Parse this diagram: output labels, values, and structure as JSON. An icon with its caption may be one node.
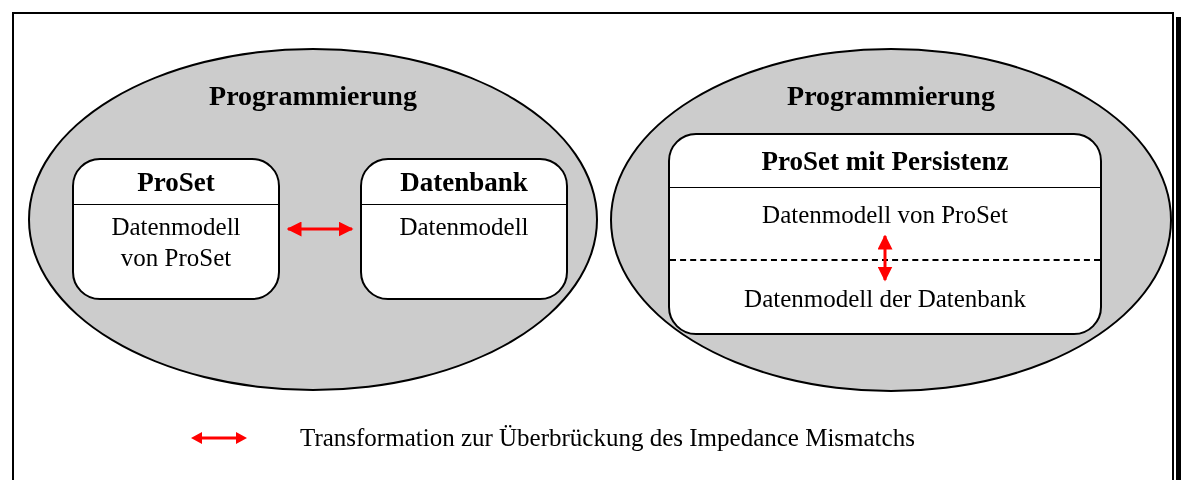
{
  "diagram": {
    "nodes": [
      {
        "text": [
          "Programmierung"
        ]
      },
      {
        "text": [
          "ProSet",
          "Datenmodell von ProSet"
        ],
        "in": 0
      },
      {
        "text": [
          "Datenbank",
          "Datenmodell"
        ],
        "in": 0
      },
      {
        "text": [
          "Programmierung"
        ]
      },
      {
        "text": [
          "ProSet mit Persistenz"
        ],
        "in": 3
      },
      {
        "text": [
          "Datenmodell von ProSet"
        ],
        "in": 4
      },
      {
        "text": [
          "Datenmodell der Datenbank"
        ],
        "in": 4
      }
    ],
    "edges": [
      {
        "from": 1,
        "to": 2,
        "arrow": "both",
        "color": "#ff0000"
      },
      {
        "from": 5,
        "to": 6,
        "arrow": "both",
        "color": "#ff0000"
      }
    ],
    "legend": [
      {
        "text": "Transformation zur Überbrückung des Impedance Mismatchs"
      }
    ]
  }
}
